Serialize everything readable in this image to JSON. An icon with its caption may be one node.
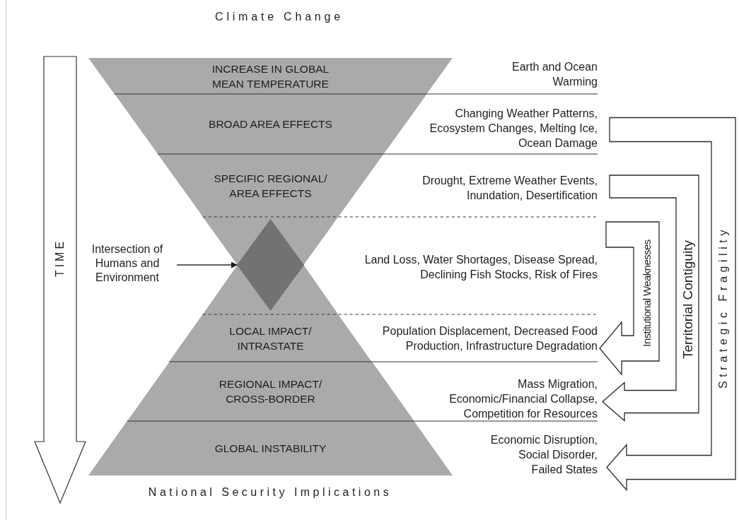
{
  "diagram": {
    "nodes": [
      {
        "text": [
          "INCREASE IN GLOBAL MEAN TEMPERATURE"
        ]
      },
      {
        "text": [
          "Earth and Ocean Warming"
        ]
      },
      {
        "text": [
          "BROAD AREA EFFECTS"
        ]
      },
      {
        "text": [
          "Changing Weather Patterns, Ecosystem Changes, Melting Ice, Ocean Damage"
        ]
      },
      {
        "text": [
          "SPECIFIC REGIONAL/ AREA EFFECTS"
        ]
      },
      {
        "text": [
          "Drought, Extreme Weather Events, Inundation, Desertification"
        ]
      },
      {
        "text": [
          "Intersection of Humans and Environment"
        ]
      },
      {
        "text": [],
        "shape": "diamond"
      },
      {
        "text": [
          "Land Loss, Water Shortages, Disease Spread, Declining Fish Stocks, Risk of Fires"
        ]
      },
      {
        "text": [
          "LOCAL IMPACT/ INTRASTATE"
        ]
      },
      {
        "text": [
          "Population Displacement, Decreased Food Production, Infrastructure Degradation"
        ]
      },
      {
        "text": [
          "REGIONAL IMPACT/ CROSS-BORDER"
        ]
      },
      {
        "text": [
          "Mass Migration, Economic/Financial Collapse, Competition for Resources"
        ]
      },
      {
        "text": [
          "GLOBAL INSTABILITY"
        ]
      },
      {
        "text": [
          "Economic Disruption, Social Disorder, Failed States"
        ]
      }
    ],
    "edges": [
      {
        "from": 6,
        "to": 7,
        "arrow": "to"
      },
      {
        "from": 8,
        "to": 10,
        "arrow": "to",
        "label": "Institutional Weaknesses"
      },
      {
        "from": 5,
        "to": 12,
        "arrow": "to",
        "label": "Territorial Contiguity"
      },
      {
        "from": 3,
        "to": 14,
        "arrow": "to",
        "label": "Strategic Fragility"
      }
    ],
    "labels": [
      "Climate Change",
      "TIME",
      "National Security Implications"
    ]
  }
}
